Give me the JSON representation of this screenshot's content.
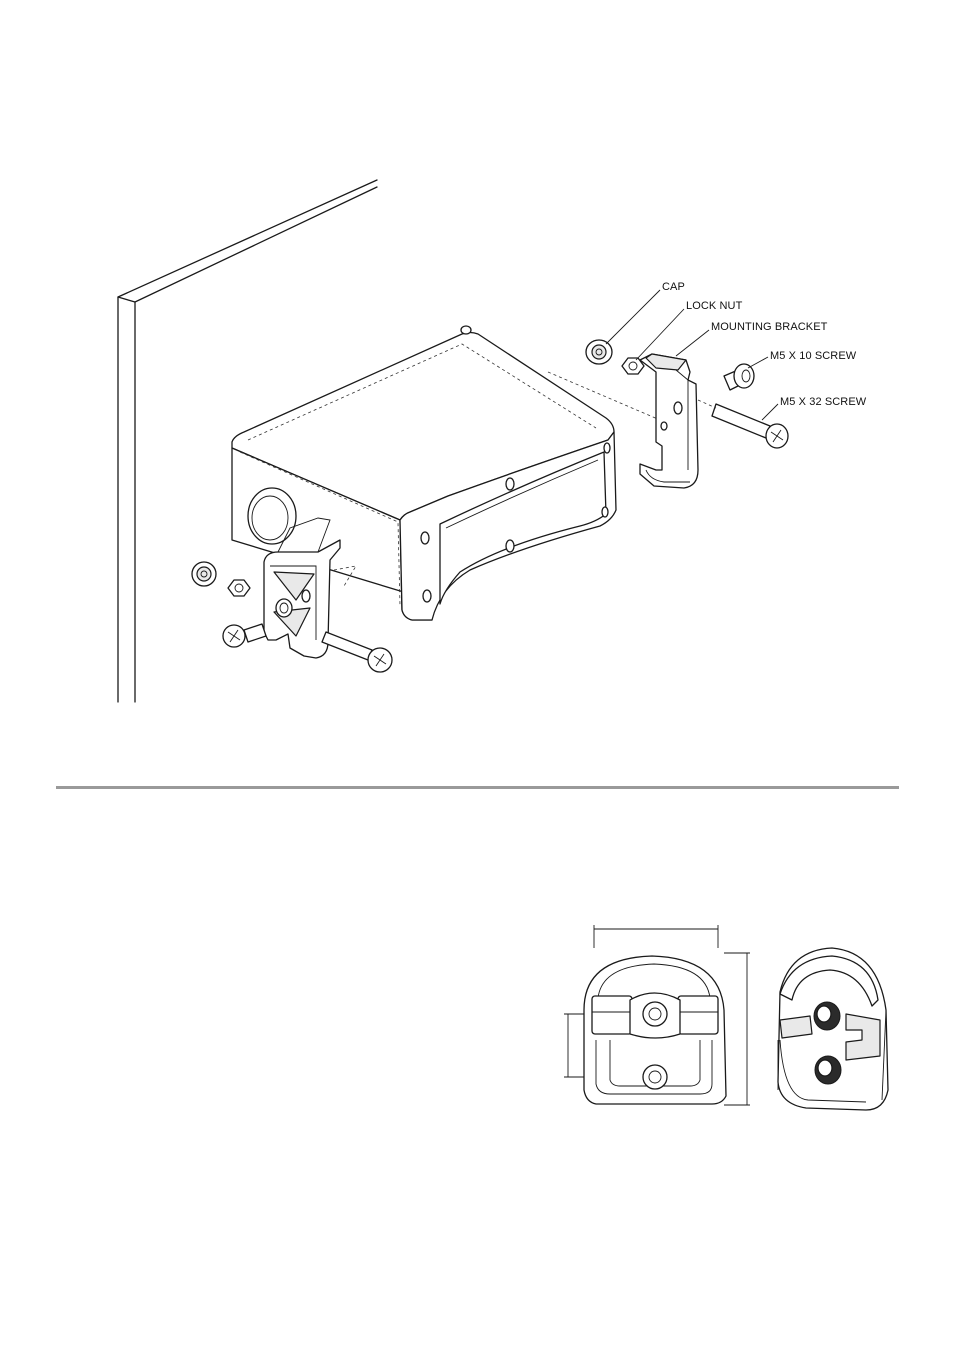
{
  "diagram": {
    "callouts": {
      "cap": "CAP",
      "lock_nut": "LOCK NUT",
      "mounting_bracket": "MOUNTING BRACKET",
      "m5x10_screw": "M5 X 10 SCREW",
      "m5x32_screw": "M5 X 32 SCREW"
    },
    "colors": {
      "line": "#1a1a1a",
      "divider": "#9a9a9a",
      "background": "#ffffff"
    }
  }
}
